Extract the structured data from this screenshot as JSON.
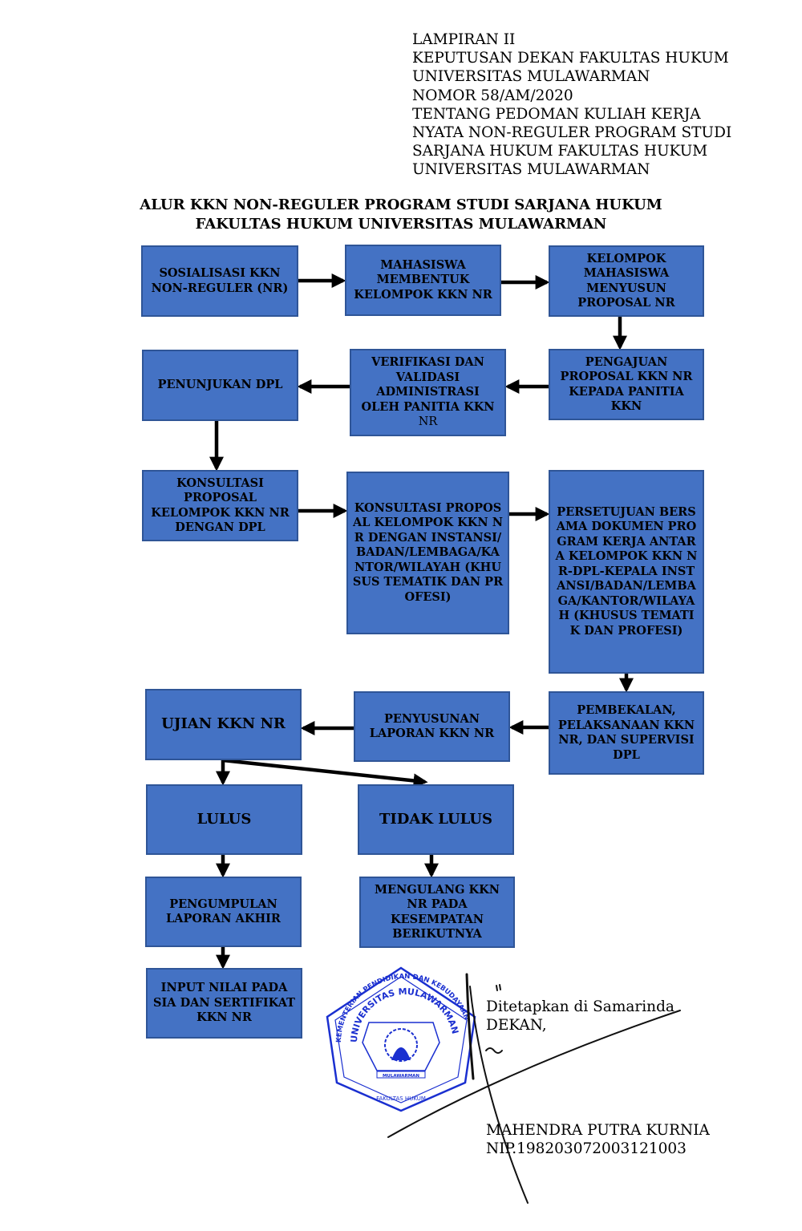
{
  "header": {
    "lines": [
      "LAMPIRAN II",
      "KEPUTUSAN  DEKAN  FAKULTAS  HUKUM",
      "UNIVERSITAS MULAWARMAN",
      "NOMOR 58/AM/2020",
      "TENTANG PEDOMAN KULIAH KERJA",
      "NYATA NON-REGULER PROGRAM STUDI",
      "SARJANA HUKUM FAKULTAS HUKUM",
      "UNIVERSITAS MULAWARMAN"
    ]
  },
  "title": {
    "line1": "ALUR KKN NON-REGULER PROGRAM STUDI SARJANA HUKUM",
    "line2": "FAKULTAS HUKUM UNIVERSITAS MULAWARMAN"
  },
  "colors": {
    "box_fill": "#4472c4",
    "box_border": "#2f5597",
    "stamp": "#1a2fd0"
  },
  "flow": {
    "sosialisasi": "SOSIALISASI KKN NON-REGULER (NR)",
    "membentuk": "MAHASISWA MEMBENTUK KELOMPOK KKN NR",
    "menyusun": "KELOMPOK MAHASISWA MENYUSUN PROPOSAL NR",
    "pengajuan": "PENGAJUAN PROPOSAL KKN NR KEPADA PANITIA KKN",
    "verifikasi": "VERIFIKASI DAN VALIDASI ADMINISTRASI OLEH PANITIA KKN",
    "verifikasi_suffix": "NR",
    "penunjukan": "PENUNJUKAN DPL",
    "konsultasi_dpl": "KONSULTASI PROPOSAL KELOMPOK KKN NR DENGAN DPL",
    "konsultasi_instansi": "KONSULTASI PROPOSAL KELOMPOK KKN NR DENGAN INSTANSI/BADAN/LEMBAGA/KANTOR/WILAYAH (KHUSUS TEMATIK DAN PROFESI)",
    "persetujuan": "PERSETUJUAN BERSAMA DOKUMEN PROGRAM KERJA ANTARA KELOMPOK KKN NR-DPL-KEPALA INSTANSI/BADAN/LEMBAGA/KANTOR/WILAYAH (KHUSUS TEMATIK DAN PROFESI)",
    "pembekalan": "PEMBEKALAN, PELAKSANAAN KKN NR, DAN SUPERVISI DPL",
    "penyusunan": "PENYUSUNAN LAPORAN KKN NR",
    "ujian": "UJIAN KKN NR",
    "lulus": "LULUS",
    "tidak_lulus": "TIDAK LULUS",
    "mengulang": "MENGULANG KKN NR PADA KESEMPATAN BERIKUTNYA",
    "pengumpulan": "PENGUMPULAN LAPORAN AKHIR",
    "input": "INPUT NILAI PADA SIA DAN SERTIFIKAT KKN NR"
  },
  "signature": {
    "place": "Ditetapkan di Samarinda",
    "position": "DEKAN,",
    "name": "MAHENDRA PUTRA KURNIA",
    "nip": "NIP.198203072003121003"
  },
  "stamp": {
    "outer_text": "KEMENTERIAN PENDIDIKAN DAN KEBUDAYAAN",
    "inner_text": "UNIVERSITAS MULAWARMAN",
    "ribbon": "MULAWARMAN",
    "bottom_text": "FAKULTAS HUKUM"
  }
}
